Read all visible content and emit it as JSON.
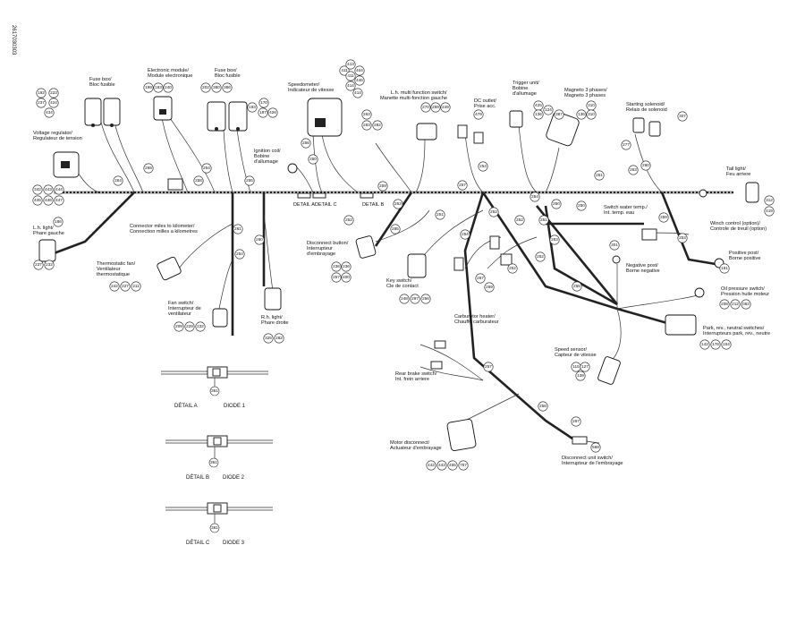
{
  "document_id": "2617030303",
  "labels": {
    "fuse_box_left": [
      "Fuse box/",
      "Bloc fusible"
    ],
    "electronic_module": [
      "Electronic module/",
      "Module electronique"
    ],
    "fuse_box_center": [
      "Fuse box/",
      "Bloc fusible"
    ],
    "speedometer": [
      "Speedometer/",
      "Indicateur de vitesse"
    ],
    "lh_multi_switch": [
      "L.h. multi function switch/",
      "Manette multi-fonction gauche"
    ],
    "dc_outlet": [
      "DC outlet/",
      "Prise acc."
    ],
    "trigger_unit": [
      "Trigger unit/",
      "Bobine",
      "d'allumage"
    ],
    "magneto": [
      "Magneto 3 phases/",
      "Magneto 3 phases"
    ],
    "starting_solenoid": [
      "Starting solenoid/",
      "Relais de solenoid"
    ],
    "voltage_regulator": [
      "Voltage regulator/",
      "Regulateur de tension"
    ],
    "ignition_coil": [
      "Ignition coil/",
      "Bobine",
      "d'allumage"
    ],
    "tail_light": [
      "Tail light/",
      "Feu arriere"
    ],
    "lh_light": [
      "L.h. light/",
      "Phare gauche"
    ],
    "connector_miles": [
      "Connector miles to kilometer/",
      "Connection milles a kilometres"
    ],
    "switch_water_temp": [
      "Switch water temp./",
      "Int. temp. eau"
    ],
    "winch_control": [
      "Winch control (option)/",
      "Controle de treuil (option)"
    ],
    "thermostatic_fan": [
      "Thermostatic fan/",
      "Ventilateur",
      "thermostatique"
    ],
    "disconnect_button": [
      "Disconnect button/",
      "Interrupteur",
      "d'embrayage"
    ],
    "positive_post": [
      "Positive post/",
      "Borne positive"
    ],
    "negative_post": [
      "Negative post/",
      "Borne negative"
    ],
    "key_switch": [
      "Key switch/",
      "Cle de contact"
    ],
    "oil_pressure": [
      "Oil pressure switch/",
      "Pression huile moteur"
    ],
    "fan_switch": [
      "Fan switch/",
      "Interrupteur de",
      "ventilateur"
    ],
    "rh_light": [
      "R.h. light/",
      "Phare droite"
    ],
    "carburetor_heater": [
      "Carburetor heater/",
      "Chauffe carburateur"
    ],
    "park_rev_neutral": [
      "Park, rev., neutral switches/",
      "Interrupteurs park, rev., neutre"
    ],
    "speed_sensor": [
      "Speed sensor/",
      "Capteur de vitesse"
    ],
    "rear_brake": [
      "Rear brake switch/",
      "Int. frein arriere"
    ],
    "motor_disconnect": [
      "Motor disconnect/",
      "Actuateur d'embrayage"
    ],
    "disconnect_unit": [
      "Disconnect unit switch/",
      "Interrupteur de l'embrayage"
    ]
  },
  "harness_tags": {
    "detail_a": "DETAIL A",
    "detail_c": "DETAIL C",
    "detail_b": "DETAIL B"
  },
  "details": [
    {
      "title": "DÉTAIL A",
      "diode": "DIODE 1",
      "callout": "361"
    },
    {
      "title": "DÉTAIL B",
      "diode": "DIODE 2",
      "callout": "361"
    },
    {
      "title": "DÉTAIL C",
      "diode": "DIODE 3",
      "callout": "361"
    }
  ],
  "callouts": {
    "fuse_left": [
      "192",
      "223",
      "237",
      "424",
      "434"
    ],
    "module": [
      "199",
      "193",
      "240"
    ],
    "fuse_center": [
      "202",
      "380",
      "386"
    ],
    "fuse_center_side": [
      "170",
      "187",
      "193",
      "426"
    ],
    "speedometer": [
      "411",
      "413",
      "411",
      "414",
      "446",
      "404",
      "414"
    ],
    "multi": [
      "270",
      "259",
      "249"
    ],
    "multi_left": [
      "263",
      "283",
      "282"
    ],
    "dc": [
      "479"
    ],
    "trigger": [
      "425",
      "124",
      "136",
      "387"
    ],
    "magneto": [
      "310",
      "310",
      "136"
    ],
    "starter": [
      "307",
      "277",
      "260"
    ],
    "regulator": [
      "342",
      "443",
      "444",
      "445",
      "446",
      "447"
    ],
    "tail": [
      "312",
      "419"
    ],
    "lh_light": [
      "186",
      "237",
      "232"
    ],
    "thermo": [
      "242",
      "227",
      "211"
    ],
    "fan": [
      "209",
      "229",
      "232"
    ],
    "rh": [
      "325",
      "282"
    ],
    "disc_button": [
      "236",
      "236",
      "257",
      "400"
    ],
    "key": [
      "248",
      "297",
      "256"
    ],
    "positive": [
      "161"
    ],
    "negative": [
      "301"
    ],
    "oil": [
      "208",
      "212",
      "062"
    ],
    "park": [
      "142",
      "176",
      "154"
    ],
    "speed": [
      "115",
      "127",
      "139"
    ],
    "motor": [
      "442",
      "443",
      "455",
      "757"
    ],
    "disc_unit": [
      "297",
      "569"
    ],
    "carb": [
      "267",
      "269"
    ],
    "wire_tags": [
      "264",
      "269",
      "254",
      "258",
      "255",
      "250",
      "256",
      "259",
      "253",
      "257",
      "251",
      "254",
      "252",
      "252",
      "254",
      "251",
      "250",
      "250",
      "251",
      "253",
      "255",
      "253",
      "252",
      "259",
      "253",
      "261",
      "260",
      "254",
      "252",
      "285",
      "257",
      "256",
      "254",
      "252"
    ]
  }
}
